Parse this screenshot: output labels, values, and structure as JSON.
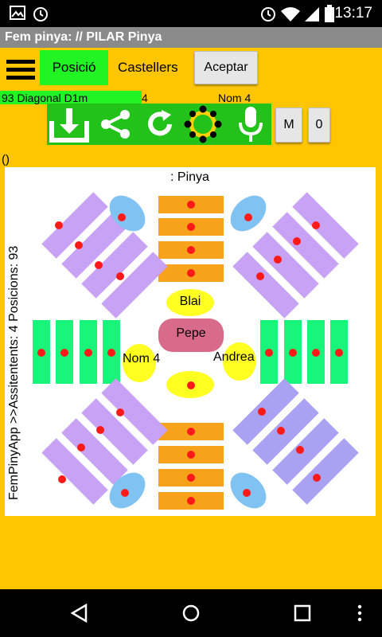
{
  "status_bar": {
    "time": "13:17"
  },
  "title_bar": {
    "title": "Fem pinya: // PILAR Pinya"
  },
  "toolbar": {
    "tab_position": "Posició",
    "tab_castellers": "Castellers",
    "accept_label": "Aceptar"
  },
  "info_row": {
    "position_label": "93  Diagonal D1m",
    "count": "4",
    "name": "Nom 4"
  },
  "icons": {
    "download": "download-icon",
    "share": "share-icon",
    "refresh": "refresh-icon",
    "pinya": "pinya-icon",
    "mic": "microphone-icon"
  },
  "buttons": {
    "m_label": "M",
    "zero_label": "0"
  },
  "paren_text": "()",
  "field": {
    "title": ": Pinya",
    "vertical_text": "FemPinyApp >>Assitentents: 4 Posicions: 93",
    "center_top": "Blai",
    "center": "Pepe",
    "left": "Nom 4",
    "right": "Andrea"
  },
  "colors": {
    "background": "#ffc600",
    "tab_active": "#22f322",
    "orange": "#f7a21b",
    "green": "#19f57a",
    "purple": "#c7a2f5",
    "blue": "#80c2f2",
    "yellow": "#ffff22",
    "pepe": "#d96b8a",
    "dot": "#ff1a1a"
  }
}
